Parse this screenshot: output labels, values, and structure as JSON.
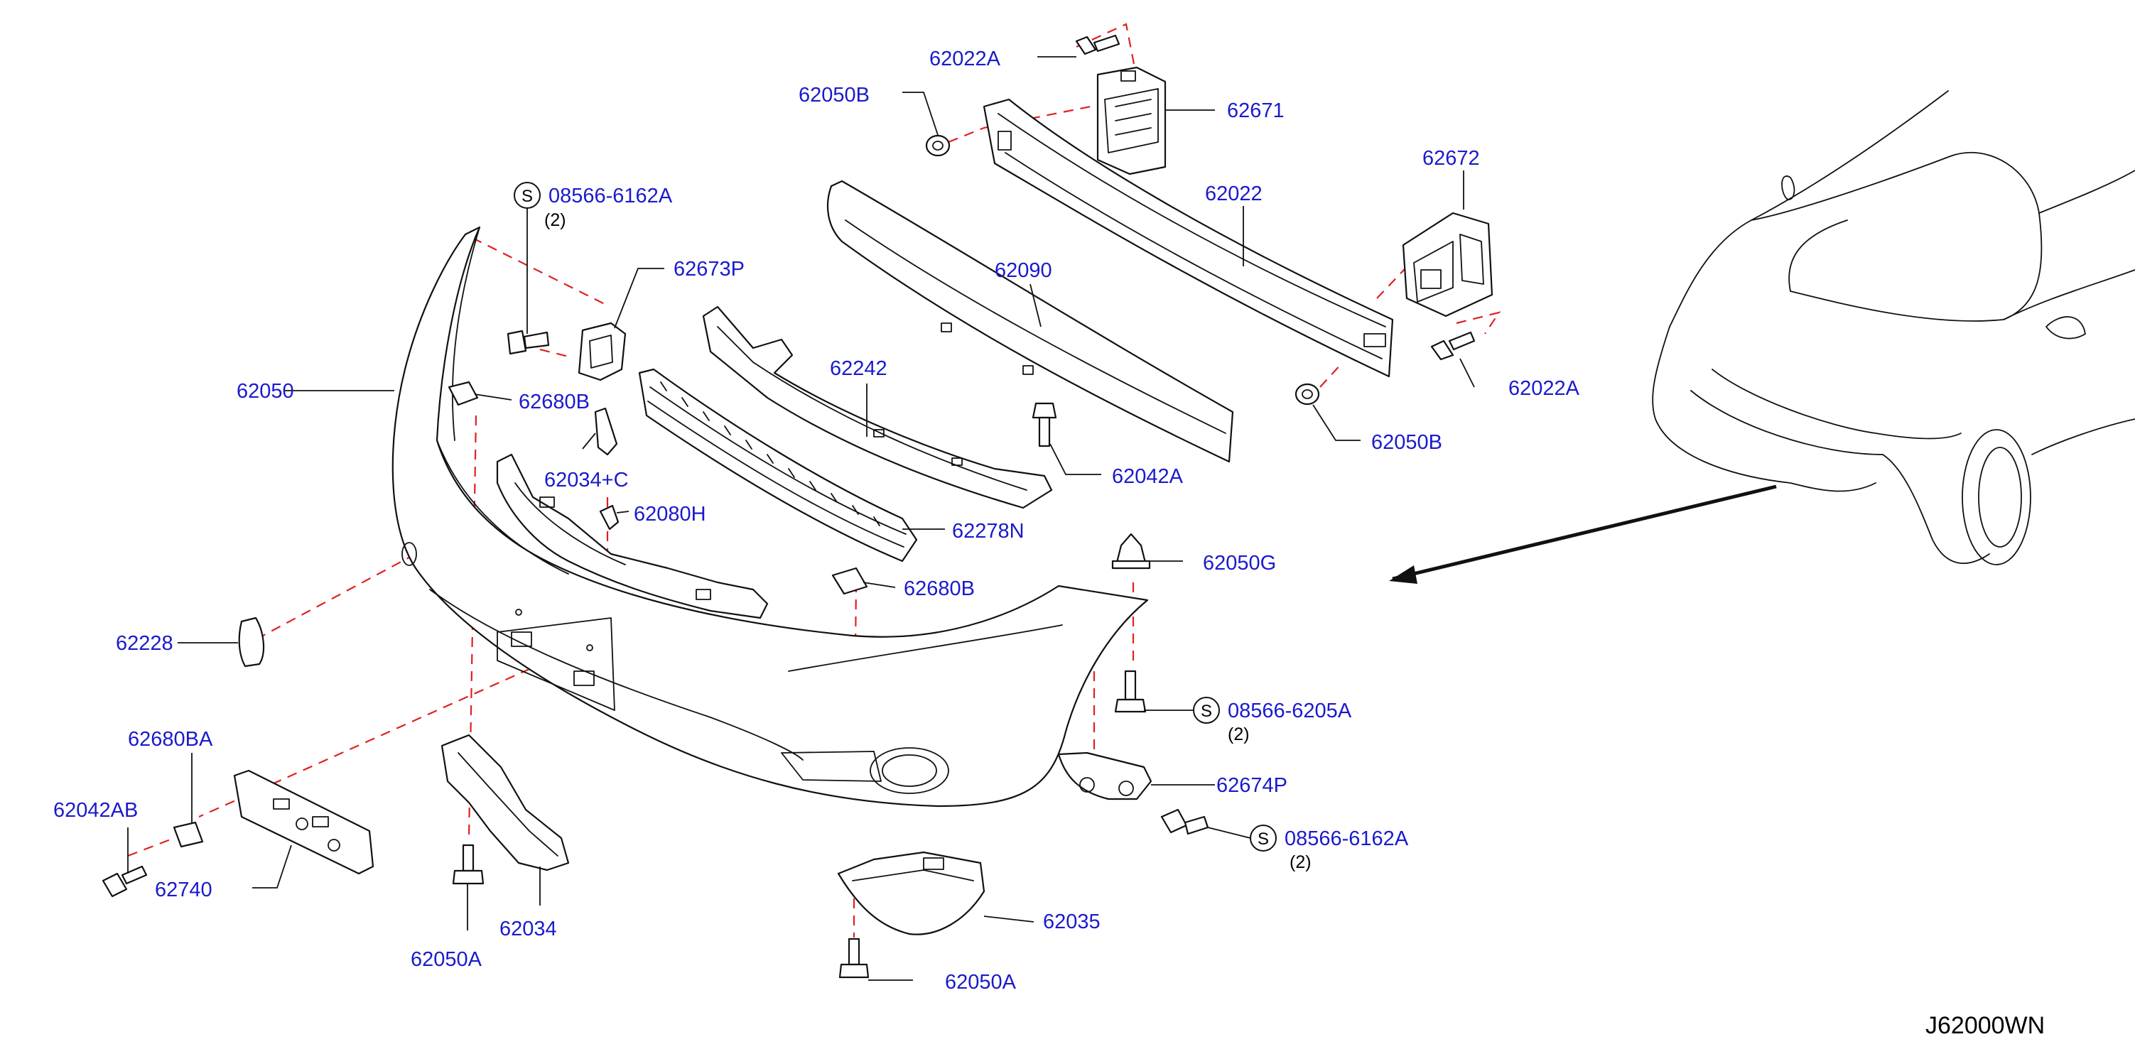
{
  "colors": {
    "label": "#1a1acc",
    "dashed_line": "#e02020",
    "outline": "#111111",
    "background": "#ffffff"
  },
  "symbols": {
    "standard_part": "S"
  },
  "drawing_code": "J62000WN",
  "labels": {
    "p62022A_top": "62022A",
    "p62050B_top": "62050B",
    "p62671": "62671",
    "p62022": "62022",
    "p62672": "62672",
    "p62022A_right": "62022A",
    "p62050B_right": "62050B",
    "p62090": "62090",
    "p62242": "62242",
    "p62042A": "62042A",
    "p62278N": "62278N",
    "p62050G": "62050G",
    "p62680B_right": "62680B",
    "p08566_6162A_top": "08566-6162A",
    "p62673P": "62673P",
    "p62050": "62050",
    "p62680B_left": "62680B",
    "p62034C": "62034+C",
    "p62080H": "62080H",
    "p62228": "62228",
    "p08566_6205A": "08566-6205A",
    "p62674P": "62674P",
    "p08566_6162A_bottom": "08566-6162A",
    "p62680BA": "62680BA",
    "p62042AB": "62042AB",
    "p62740": "62740",
    "p62034": "62034",
    "p62050A_left": "62050A",
    "p62035": "62035",
    "p62050A_right": "62050A"
  },
  "quantities": {
    "q08566_6162A_top": "(2)",
    "q08566_6205A": "(2)",
    "q08566_6162A_bottom": "(2)"
  }
}
